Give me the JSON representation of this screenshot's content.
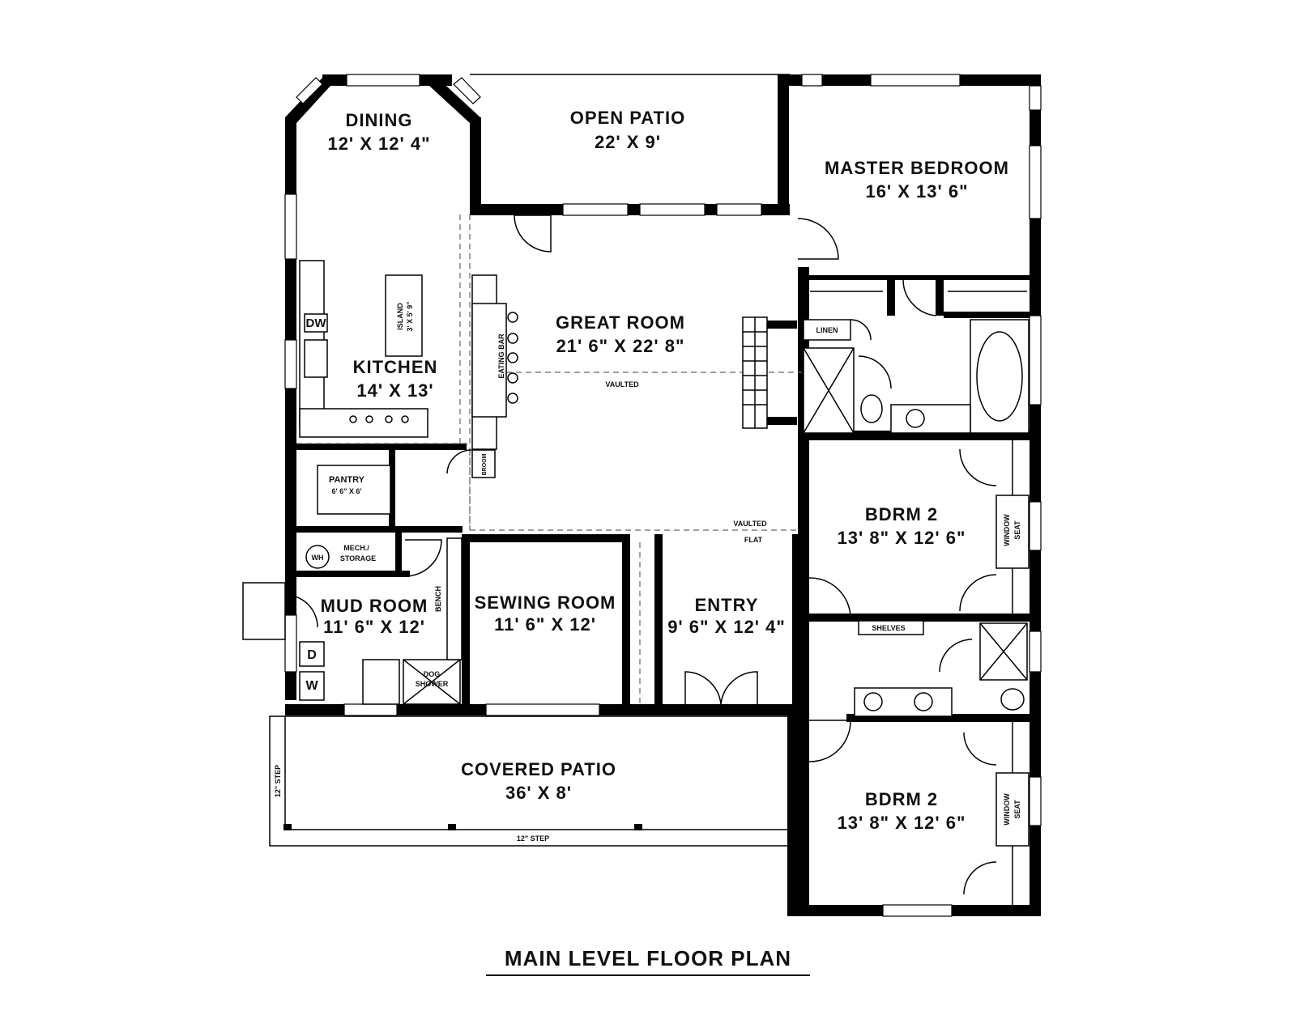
{
  "rooms": {
    "dining": {
      "name": "DINING",
      "dims": "12' X 12' 4\""
    },
    "patio": {
      "name": "OPEN PATIO",
      "dims": "22' X 9'"
    },
    "master": {
      "name": "MASTER BEDROOM",
      "dims": "16' X 13' 6\""
    },
    "great": {
      "name": "GREAT ROOM",
      "dims": "21' 6\" X 22' 8\"",
      "note": "VAULTED"
    },
    "kitchen": {
      "name": "KITCHEN",
      "dims": "14' X 13'"
    },
    "pantry": {
      "name": "PANTRY",
      "dims": "6' 6\" X 6'"
    },
    "mech": {
      "name": "MECH./",
      "name2": "STORAGE"
    },
    "mud": {
      "name": "MUD ROOM",
      "dims": "11' 6\" X 12'"
    },
    "sewing": {
      "name": "SEWING ROOM",
      "dims": "11' 6\" X 12'"
    },
    "entry": {
      "name": "ENTRY",
      "dims": "9' 6\" X 12' 4\""
    },
    "bdrm_a": {
      "name": "BDRM 2",
      "dims": "13' 8\" X 12' 6\""
    },
    "bdrm_b": {
      "name": "BDRM 2",
      "dims": "13' 8\" X 12' 6\""
    },
    "covered": {
      "name": "COVERED PATIO",
      "dims": "36' X 8'"
    }
  },
  "labels": {
    "island": "ISLAND",
    "island_dims": "3' X 5' 9\"",
    "eating_bar": "EATING BAR",
    "broom": "BROOM",
    "dw": "DW",
    "wh": "WH",
    "d": "D",
    "w": "W",
    "linen": "LINEN",
    "shelves": "SHELVES",
    "bench": "BENCH",
    "dog": "DOG",
    "shower": "SHOWER",
    "window": "WINDOW",
    "seat": "SEAT",
    "vaulted": "VAULTED",
    "flat": "FLAT",
    "step_bottom": "12\" STEP",
    "step_left": "12\" STEP"
  },
  "plan_title": "MAIN LEVEL FLOOR PLAN"
}
